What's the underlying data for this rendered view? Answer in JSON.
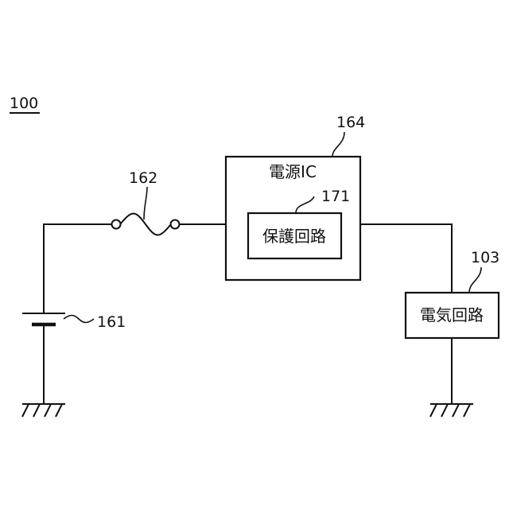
{
  "figure": {
    "figure_ref": "100",
    "battery_ref": "161",
    "fuse_ref": "162",
    "power_ic": {
      "ref": "164",
      "label": "電源IC"
    },
    "protection_circuit": {
      "ref": "171",
      "label": "保護回路"
    },
    "electric_circuit": {
      "ref": "103",
      "label": "電気回路"
    }
  },
  "colors": {
    "line": "#111111",
    "background": "#ffffff"
  }
}
